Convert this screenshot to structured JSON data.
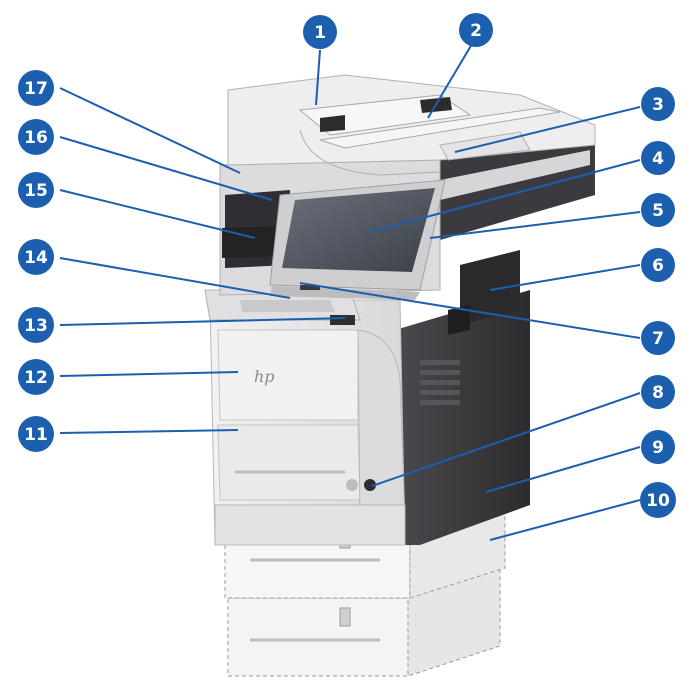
{
  "callouts": [
    {
      "id": 1,
      "label": "1"
    },
    {
      "id": 2,
      "label": "2"
    },
    {
      "id": 3,
      "label": "3"
    },
    {
      "id": 4,
      "label": "4"
    },
    {
      "id": 5,
      "label": "5"
    },
    {
      "id": 6,
      "label": "6"
    },
    {
      "id": 7,
      "label": "7"
    },
    {
      "id": 8,
      "label": "8"
    },
    {
      "id": 9,
      "label": "9"
    },
    {
      "id": 10,
      "label": "10"
    },
    {
      "id": 11,
      "label": "11"
    },
    {
      "id": 12,
      "label": "12"
    },
    {
      "id": 13,
      "label": "13"
    },
    {
      "id": 14,
      "label": "14"
    },
    {
      "id": 15,
      "label": "15"
    },
    {
      "id": 16,
      "label": "16"
    },
    {
      "id": 17,
      "label": "17"
    }
  ],
  "logo": "hp",
  "colors": {
    "callout_blue": "#1b5fae",
    "body_light": "#e9e9ea",
    "body_mid": "#c9c9cb",
    "body_dark": "#3a3a3d",
    "screen": "#4a4f57"
  }
}
